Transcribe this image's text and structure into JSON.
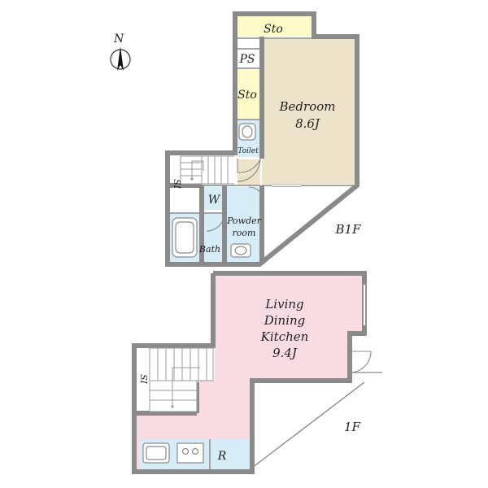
{
  "compass": {
    "letter": "N"
  },
  "floors": {
    "b1f": {
      "label": "B1F",
      "rooms": {
        "storage_top": "Sto",
        "pipe_space": "PS",
        "storage_mid": "Sto",
        "bedroom_name": "Bedroom",
        "bedroom_size": "8.6J",
        "toilet": "Toilet",
        "shoe_storage": "SI",
        "washer": "W",
        "powder_line1": "Powder",
        "powder_line2": "room",
        "bath": "Bath"
      }
    },
    "f1": {
      "label": "1F",
      "rooms": {
        "ldk_line1": "Living",
        "ldk_line2": "Dining",
        "ldk_line3": "Kitchen",
        "ldk_size": "9.4J",
        "shoe_storage": "SI",
        "refrigerator": "R"
      }
    }
  },
  "colors": {
    "wall": "#8a8a8a",
    "storage": "#fdfcc8",
    "bedroom": "#ede3c8",
    "wet_area": "#d6edf7",
    "ldk": "#f9dce1"
  }
}
